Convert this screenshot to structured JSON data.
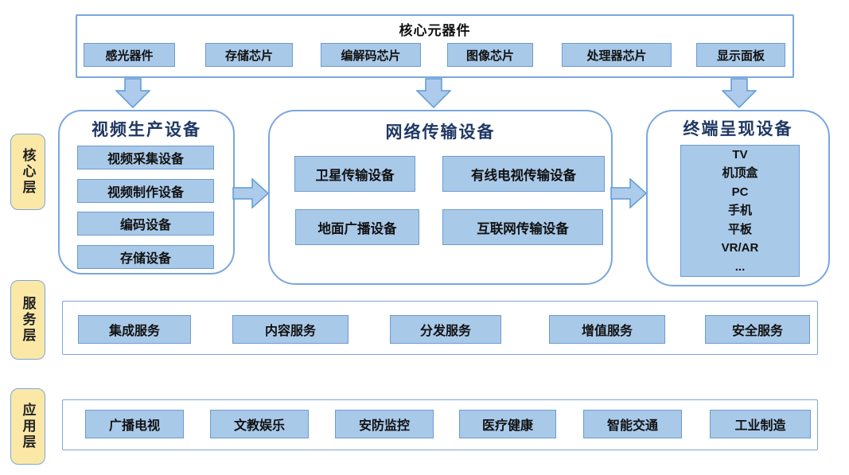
{
  "top_box": {
    "title": "核心元器件",
    "items": [
      "感光器件",
      "存储芯片",
      "编解码芯片",
      "图像芯片",
      "处理器芯片",
      "显示面板"
    ]
  },
  "layers": {
    "core": "核心层",
    "service": "服务层",
    "application": "应用层"
  },
  "production": {
    "title": "视频生产设备",
    "items": [
      "视频采集设备",
      "视频制作设备",
      "编码设备",
      "存储设备"
    ]
  },
  "transmission": {
    "title": "网络传输设备",
    "items": [
      "卫星传输设备",
      "有线电视传输设备",
      "地面广播设备",
      "互联网传输设备"
    ]
  },
  "terminal": {
    "title": "终端呈现设备",
    "items": [
      "TV",
      "机顶盒",
      "PC",
      "手机",
      "平板",
      "VR/AR",
      "..."
    ]
  },
  "services": {
    "items": [
      "集成服务",
      "内容服务",
      "分发服务",
      "增值服务",
      "安全服务"
    ]
  },
  "applications": {
    "items": [
      "广播电视",
      "文教娱乐",
      "安防监控",
      "医疗健康",
      "智能交通",
      "工业制造"
    ]
  },
  "colors": {
    "item_fill": "#A9C9E9",
    "item_border": "#6C9BD1",
    "container_border": "#7BA7DC",
    "title_text": "#1F3864",
    "layer_fill": "#FCE8A6",
    "arrow_fill": "#AECBEC",
    "arrow_stroke": "#5B9BD5"
  }
}
